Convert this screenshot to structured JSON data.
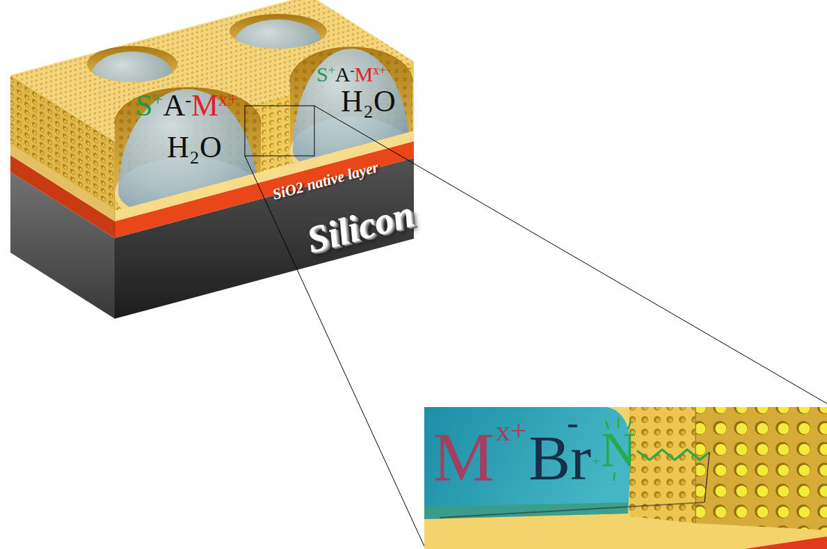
{
  "diagram": {
    "labels": [
      "S",
      "+",
      "A",
      "-",
      "M",
      "x+",
      "H₂O",
      "S",
      "+",
      "A",
      "-",
      "M",
      "x+",
      "H₂O",
      "SiO2 native layer",
      "Silicon",
      "M",
      "x+",
      "Br",
      "-",
      "+",
      "N"
    ]
  }
}
